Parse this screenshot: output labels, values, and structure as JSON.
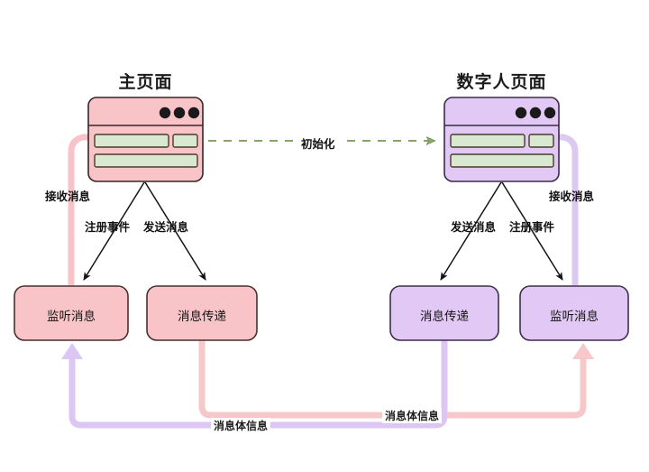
{
  "diagram": {
    "background": "#ffffff",
    "windows": [
      {
        "id": "main-page",
        "title": "主页面",
        "fill": "#f9c4c7",
        "stroke": "#3b2326",
        "bar_fill": "#d9e8d0",
        "bar_stroke": "#4a3a2a",
        "dot_color": "#1a1a1a",
        "dot_count": 3
      },
      {
        "id": "digital-human-page",
        "title": "数字人页面",
        "fill": "#e2c9f5",
        "stroke": "#3b2b46",
        "bar_fill": "#d9e8d0",
        "bar_stroke": "#4a3a2a",
        "dot_color": "#1a1a1a",
        "dot_count": 3
      }
    ],
    "nodes": [
      {
        "id": "left-listen",
        "label": "监听消息",
        "fill": "#f9c4c7",
        "stroke": "#4a2f2f"
      },
      {
        "id": "left-deliver",
        "label": "消息传递",
        "fill": "#f9c4c7",
        "stroke": "#4a2f2f"
      },
      {
        "id": "right-deliver",
        "label": "消息传递",
        "fill": "#e2c9f5",
        "stroke": "#3c2f4a"
      },
      {
        "id": "right-listen",
        "label": "监听消息",
        "fill": "#e2c9f5",
        "stroke": "#3c2f4a"
      }
    ],
    "edges": [
      {
        "id": "init",
        "label": "初始化",
        "style": "dashed",
        "color": "#7fa05f",
        "from": "main-page",
        "to": "digital-human-page"
      },
      {
        "id": "left-receive",
        "label": "接收消息",
        "style": "thick",
        "color": "#f7c3c7",
        "from": "left-listen",
        "to": "main-page"
      },
      {
        "id": "left-register",
        "label": "注册事件",
        "style": "thin",
        "color": "#141414",
        "from": "main-page",
        "to": "left-listen"
      },
      {
        "id": "left-send",
        "label": "发送消息",
        "style": "thin",
        "color": "#141414",
        "from": "main-page",
        "to": "left-deliver"
      },
      {
        "id": "right-send",
        "label": "发送消息",
        "style": "thin",
        "color": "#141414",
        "from": "digital-human-page",
        "to": "right-deliver"
      },
      {
        "id": "right-register",
        "label": "注册事件",
        "style": "thin",
        "color": "#141414",
        "from": "digital-human-page",
        "to": "right-listen"
      },
      {
        "id": "right-receive",
        "label": "接收消息",
        "style": "thick",
        "color": "#ddc8f2",
        "from": "right-listen",
        "to": "digital-human-page"
      },
      {
        "id": "body-pink",
        "label": "消息体信息",
        "style": "thick",
        "color": "#f7c8ca",
        "from": "left-deliver",
        "to": "right-listen"
      },
      {
        "id": "body-purple",
        "label": "消息体信息",
        "style": "thick",
        "color": "#dcc6f4",
        "from": "right-deliver",
        "to": "left-listen"
      }
    ]
  }
}
